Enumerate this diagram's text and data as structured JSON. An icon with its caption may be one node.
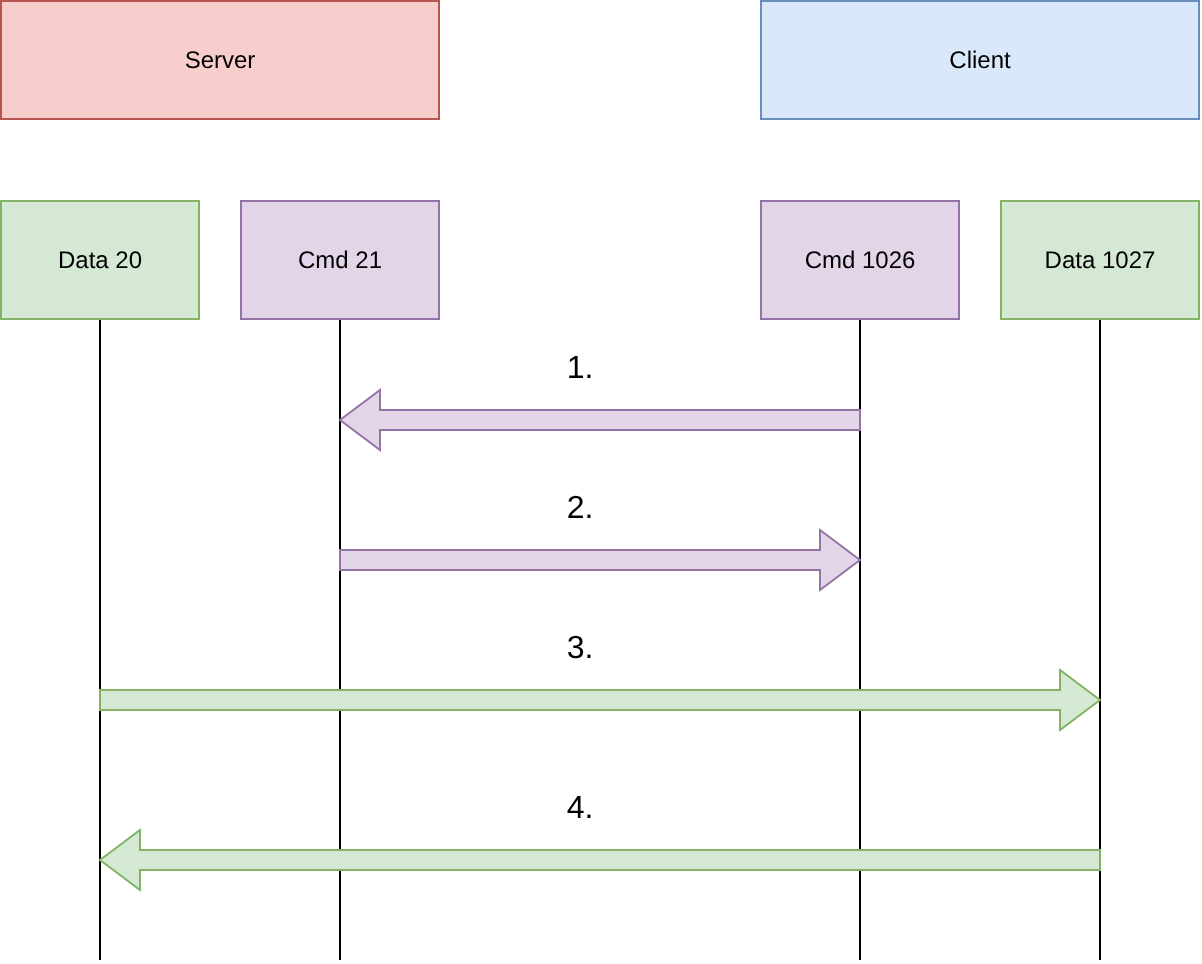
{
  "diagram": {
    "nodes": [
      {
        "text": [
          "Server"
        ]
      },
      {
        "text": [
          "Client"
        ]
      },
      {
        "text": [
          "Data 20"
        ]
      },
      {
        "text": [
          "Cmd 21"
        ]
      },
      {
        "text": [
          "Cmd 1026"
        ]
      },
      {
        "text": [
          "Data 1027"
        ]
      }
    ],
    "edges": [
      {
        "from": 4,
        "to": 3,
        "arrow": "to",
        "label": "1.",
        "color": "#e1d5e7"
      },
      {
        "from": 3,
        "to": 4,
        "arrow": "to",
        "label": "2.",
        "color": "#e1d5e7"
      },
      {
        "from": 2,
        "to": 5,
        "arrow": "to",
        "label": "3.",
        "color": "#d5e8d4"
      },
      {
        "from": 5,
        "to": 2,
        "arrow": "to",
        "label": "4.",
        "color": "#d5e8d4"
      }
    ]
  }
}
